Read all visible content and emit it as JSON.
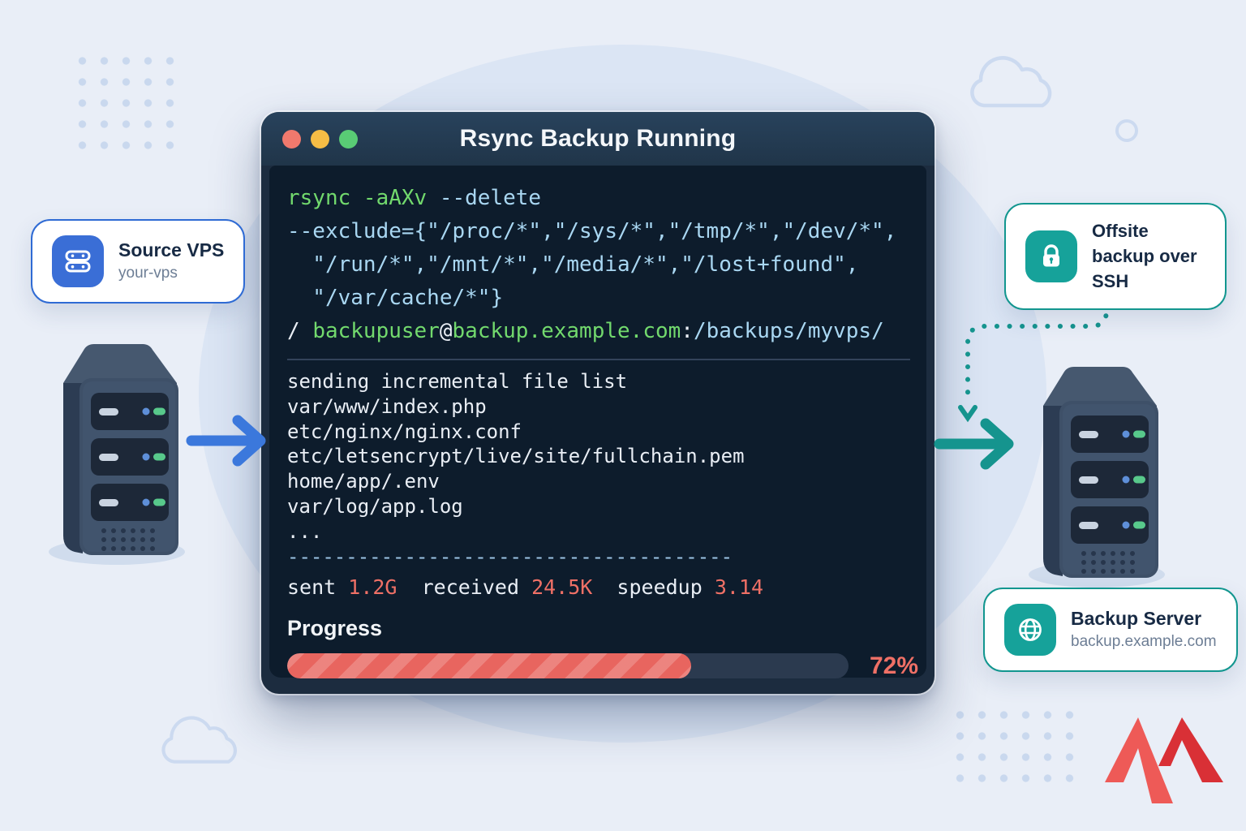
{
  "window": {
    "title": "Rsync Backup Running",
    "controls": {
      "close": "close",
      "minimize": "minimize",
      "zoom": "zoom"
    }
  },
  "terminal": {
    "command_lines": [
      [
        {
          "t": "rsync -aAXv ",
          "c": "g"
        },
        {
          "t": "--delete",
          "c": "b"
        }
      ],
      [
        {
          "t": "--exclude={\"/proc/*\",\"/sys/*\",\"/tmp/*\",\"/dev/*\",",
          "c": "b"
        }
      ],
      [
        {
          "t": "  \"/run/*\",\"/mnt/*\",\"/media/*\",\"/lost+found\",",
          "c": "b"
        }
      ],
      [
        {
          "t": "  \"/var/cache/*\"}",
          "c": "b"
        }
      ],
      [
        {
          "t": "/ ",
          "c": "w"
        },
        {
          "t": "backupuser",
          "c": "g"
        },
        {
          "t": "@",
          "c": "w"
        },
        {
          "t": "backup.example.com",
          "c": "g"
        },
        {
          "t": ":",
          "c": "w"
        },
        {
          "t": "/backups/myvps/",
          "c": "b"
        }
      ]
    ],
    "output_lines": [
      "sending incremental file list",
      "var/www/index.php",
      "etc/nginx/nginx.conf",
      "etc/letsencrypt/live/site/fullchain.pem",
      "home/app/.env",
      "var/log/app.log",
      "..."
    ],
    "dashed_line": "--------------------------------------",
    "stats_line": [
      {
        "t": "sent ",
        "c": "w"
      },
      {
        "t": "1.2G",
        "c": "r"
      },
      {
        "t": "  received ",
        "c": "w"
      },
      {
        "t": "24.5K",
        "c": "r"
      },
      {
        "t": "  speedup ",
        "c": "w"
      },
      {
        "t": "3.14",
        "c": "r"
      }
    ],
    "progress": {
      "label": "Progress",
      "percent": 72,
      "percent_label": "72%"
    }
  },
  "cards": {
    "source": {
      "title": "Source VPS",
      "subtitle": "your-vps",
      "icon": "server-icon"
    },
    "ssh": {
      "label": "Offsite backup over SSH",
      "icon": "lock-icon"
    },
    "backup": {
      "title": "Backup Server",
      "subtitle": "backup.example.com",
      "icon": "globe-icon"
    }
  },
  "colors": {
    "terminal_green": "#72d96d",
    "terminal_blue": "#a9d7f2",
    "terminal_red": "#ef7066",
    "terminal_fg": "#e9eef5",
    "terminal_bg": "#0d1c2c",
    "titlebar": "#223850",
    "accent_blue": "#2f6bd4",
    "accent_teal": "#12968f",
    "progress_fill": "#e8655f",
    "traffic_red": "#f0796d",
    "traffic_yellow": "#f6bd45",
    "traffic_green": "#59cc75",
    "logo_red_light": "#ee5a57",
    "logo_red_dark": "#d93036"
  }
}
